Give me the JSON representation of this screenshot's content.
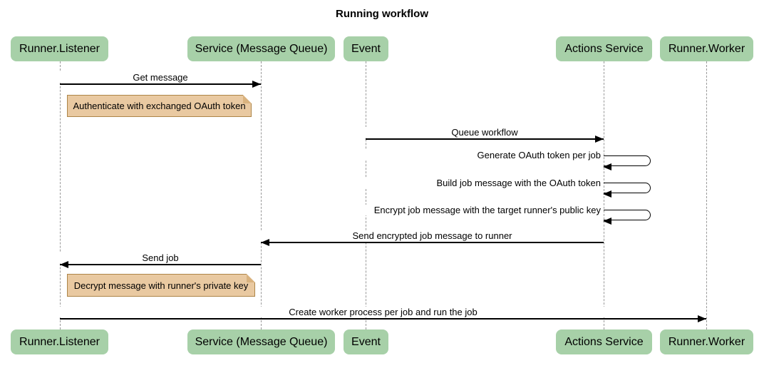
{
  "diagram": {
    "title": "Running workflow",
    "type": "sequence-diagram",
    "participants": [
      {
        "id": "runner-listener",
        "label": "Runner.Listener"
      },
      {
        "id": "service-message-queue",
        "label": "Service (Message Queue)"
      },
      {
        "id": "event",
        "label": "Event"
      },
      {
        "id": "actions-service",
        "label": "Actions Service"
      },
      {
        "id": "runner-worker",
        "label": "Runner.Worker"
      }
    ],
    "messages": [
      {
        "label": "Get message",
        "from": "Runner.Listener",
        "to": "Service (Message Queue)",
        "type": "solid-arrow"
      },
      {
        "label": "Queue workflow",
        "from": "Event",
        "to": "Actions Service",
        "type": "solid-arrow"
      },
      {
        "label": "Generate OAuth token per job",
        "from": "Actions Service",
        "to": "Actions Service",
        "type": "self-loop"
      },
      {
        "label": "Build job message with the OAuth token",
        "from": "Actions Service",
        "to": "Actions Service",
        "type": "self-loop"
      },
      {
        "label": "Encrypt job message with the target runner's public key",
        "from": "Actions Service",
        "to": "Actions Service",
        "type": "self-loop"
      },
      {
        "label": "Send encrypted job message to runner",
        "from": "Actions Service",
        "to": "Service (Message Queue)",
        "type": "solid-arrow"
      },
      {
        "label": "Send job",
        "from": "Service (Message Queue)",
        "to": "Runner.Listener",
        "type": "solid-arrow"
      },
      {
        "label": "Create worker process per job and run the job",
        "from": "Runner.Listener",
        "to": "Runner.Worker",
        "type": "solid-arrow"
      }
    ],
    "notes": [
      {
        "label": "Authenticate with exchanged OAuth token",
        "over": "Runner.Listener"
      },
      {
        "label": "Decrypt message with runner's private key",
        "over": "Runner.Listener"
      }
    ],
    "colors": {
      "participant_fill": "#a7d0a8",
      "note_fill": "#e9c9a1",
      "note_border": "#ad8548",
      "note_fold": "#d9b27e",
      "lifeline": "#999999",
      "arrow": "#000000",
      "background": "#ffffff",
      "text": "#000000"
    }
  }
}
